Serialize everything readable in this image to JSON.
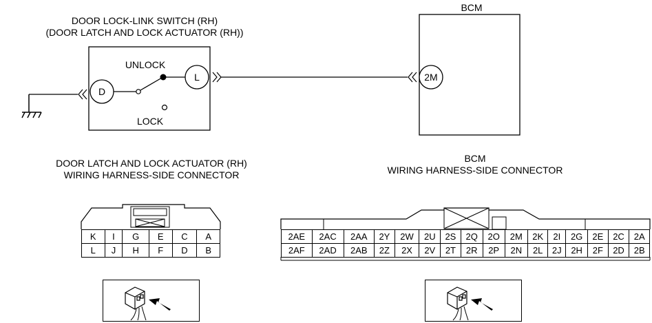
{
  "switch": {
    "title_line1": "DOOR LOCK-LINK SWITCH (RH)",
    "title_line2": "(DOOR LATCH AND LOCK ACTUATOR (RH))",
    "unlock_label": "UNLOCK",
    "lock_label": "LOCK",
    "terminal_d": "D",
    "terminal_l": "L"
  },
  "bcm": {
    "title": "BCM",
    "terminal": "2M"
  },
  "left_connector": {
    "title_line1": "DOOR LATCH AND LOCK ACTUATOR (RH)",
    "title_line2": "WIRING HARNESS-SIDE CONNECTOR",
    "row1": [
      "K",
      "I",
      "G",
      "E",
      "C",
      "A"
    ],
    "row2": [
      "L",
      "J",
      "H",
      "F",
      "D",
      "B"
    ]
  },
  "right_connector": {
    "title_line1": "BCM",
    "title_line2": "WIRING HARNESS-SIDE CONNECTOR",
    "row1": [
      "2AE",
      "2AC",
      "2AA",
      "2Y",
      "2W",
      "2U",
      "2S",
      "2Q",
      "2O",
      "2M",
      "2K",
      "2I",
      "2G",
      "2E",
      "2C",
      "2A"
    ],
    "row2": [
      "2AF",
      "2AD",
      "2AB",
      "2Z",
      "2X",
      "2V",
      "2T",
      "2R",
      "2P",
      "2N",
      "2L",
      "2J",
      "2H",
      "2F",
      "2D",
      "2B"
    ]
  }
}
